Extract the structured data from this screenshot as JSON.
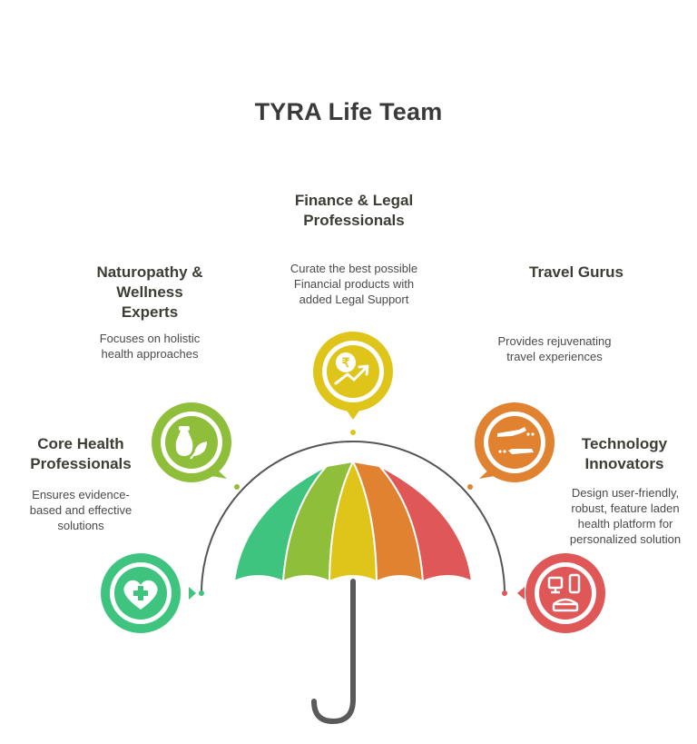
{
  "title": "TYRA Life Team",
  "colors": {
    "core": "#3ec47f",
    "naturopathy": "#8fbf3a",
    "finance": "#dfc419",
    "travel": "#e0822f",
    "technology": "#e05757",
    "handle": "#5a5a5a"
  },
  "items": [
    {
      "key": "core",
      "heading": "Core Health Professionals",
      "description": "Ensures evidence-based and effective solutions",
      "icon": "heart-plus-icon"
    },
    {
      "key": "naturopathy",
      "heading": "Naturopathy & Wellness Experts",
      "description": "Focuses on holistic health approaches",
      "icon": "herbal-bag-leaf-icon"
    },
    {
      "key": "finance",
      "heading": "Finance & Legal Professionals",
      "description": "Curate the best possible Financial products with added Legal Support",
      "icon": "rupee-growth-icon"
    },
    {
      "key": "travel",
      "heading": "Travel Gurus",
      "description": "Provides rejuvenating travel experiences",
      "icon": "airplanes-icon"
    },
    {
      "key": "technology",
      "heading": "Technology Innovators",
      "description": "Design user-friendly, robust, feature laden health platform for personalized solution",
      "icon": "devices-network-icon"
    }
  ]
}
